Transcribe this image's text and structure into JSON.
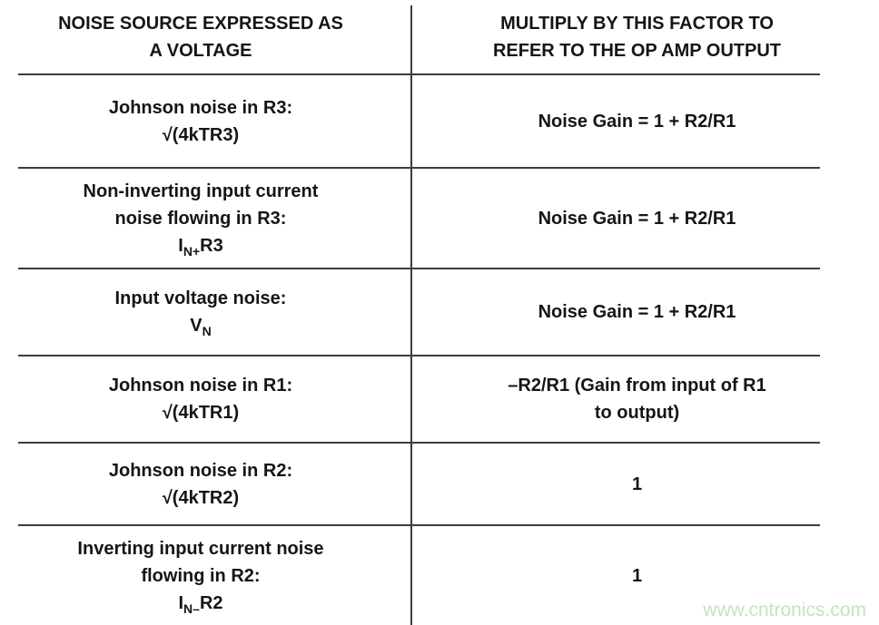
{
  "table": {
    "headers": {
      "source": {
        "line1": "NOISE SOURCE EXPRESSED AS",
        "line2": "A VOLTAGE"
      },
      "factor": {
        "line1": "MULTIPLY BY THIS FACTOR TO",
        "line2": "REFER TO THE OP AMP OUTPUT"
      }
    },
    "rows": [
      {
        "source_lines": {
          "0": "Johnson noise in R3:",
          "1": "√(4kTR3)"
        },
        "factor_lines": {
          "0": "Noise Gain = 1 + R2/R1"
        }
      },
      {
        "source_lines": {
          "0": "Non-inverting input current",
          "1": "noise flowing in R3:"
        },
        "formula": {
          "base": "I",
          "sub": "N+",
          "rest": "R3"
        },
        "factor_lines": {
          "0": "Noise Gain = 1 + R2/R1"
        }
      },
      {
        "source_lines": {
          "0": "Input voltage noise:"
        },
        "formula": {
          "base": "V",
          "sub": "N",
          "rest": ""
        },
        "factor_lines": {
          "0": "Noise Gain = 1 + R2/R1"
        }
      },
      {
        "source_lines": {
          "0": "Johnson noise in R1:",
          "1": "√(4kTR1)"
        },
        "factor_lines": {
          "0": "–R2/R1 (Gain from input of R1",
          "1": "to output)"
        }
      },
      {
        "source_lines": {
          "0": "Johnson noise in R2:",
          "1": "√(4kTR2)"
        },
        "factor_lines": {
          "0": "1"
        }
      },
      {
        "source_lines": {
          "0": "Inverting input current noise",
          "1": "flowing in R2:"
        },
        "formula": {
          "base": "I",
          "sub": "N–",
          "rest": "R2"
        },
        "factor_lines": {
          "0": "1"
        }
      }
    ]
  },
  "watermark": {
    "text": "www.cntronics.com"
  },
  "colors": {
    "text": "#151515",
    "line": "#3c3c3c",
    "background": "#ffffff",
    "watermark": "#c4e5bf"
  }
}
